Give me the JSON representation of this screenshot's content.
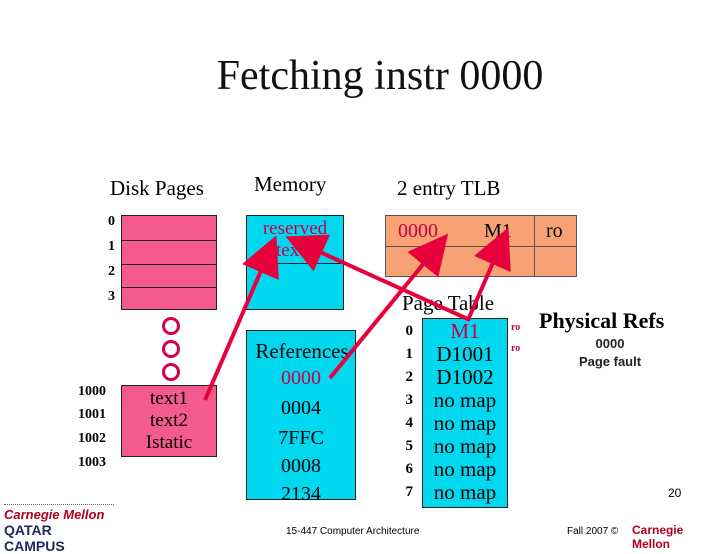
{
  "title": "Fetching instr 0000",
  "disk": {
    "header": "Disk Pages",
    "indices_top": [
      "0",
      "1",
      "2",
      "3"
    ],
    "indices_bottom": [
      "1000",
      "1001",
      "1002",
      "1003"
    ],
    "bottom_labels": [
      "text1",
      "text2",
      "Istatic"
    ]
  },
  "memory": {
    "header": "Memory",
    "frame0": [
      "reserved",
      "text1"
    ]
  },
  "tlb": {
    "header": "2 entry TLB",
    "entry0": {
      "vpn": "0000",
      "frame": "M1",
      "perm": "ro"
    }
  },
  "references": {
    "label": "References",
    "items": [
      "0000",
      "0004",
      "7FFC",
      "0008",
      "2134"
    ]
  },
  "page_table": {
    "header": "Page Table",
    "indices": [
      "0",
      "1",
      "2",
      "3",
      "4",
      "5",
      "6",
      "7"
    ],
    "entries": [
      "M1",
      "D1001",
      "D1002",
      "no map",
      "no map",
      "no map",
      "no map",
      "no map"
    ],
    "perms": [
      "ro",
      "ro"
    ]
  },
  "physical_refs": {
    "header": "Physical Refs",
    "items": [
      "0000",
      "Page fault"
    ]
  },
  "footer": {
    "course": "15-447 Computer Architecture",
    "date": "Fall 2007 ©",
    "brand": "Carnegie Mellon",
    "campus_top": "Carnegie Mellon",
    "campus_bottom": "QATAR CAMPUS",
    "page_number": "20"
  },
  "colors": {
    "disk": "#f35a8d",
    "memory": "#00d8ef",
    "tlb": "#f7a174",
    "arrow": "#e8003c",
    "dot": "#d9004a"
  }
}
